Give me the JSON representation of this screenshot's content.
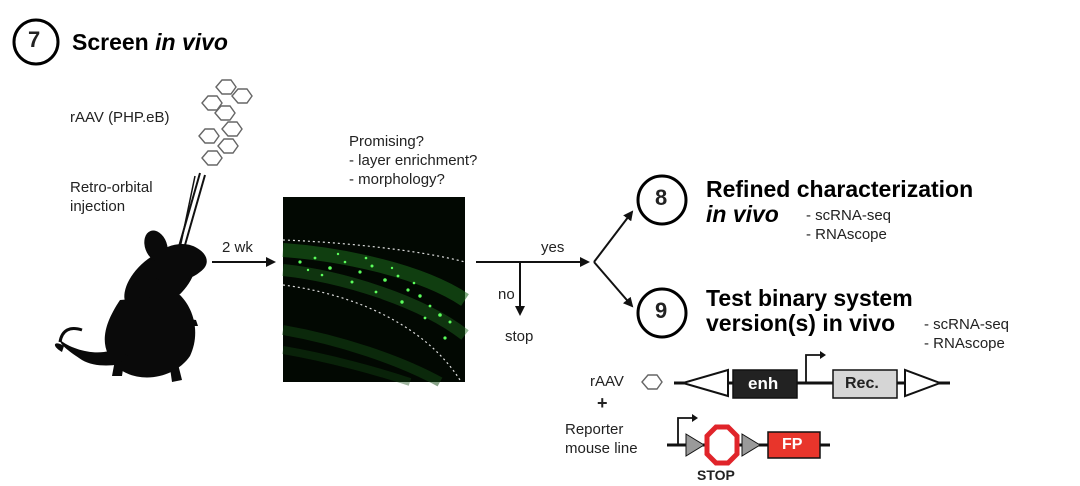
{
  "step7": {
    "number": "7",
    "title": "Screen ",
    "title_italic": "in vivo"
  },
  "left": {
    "raav_label": "rAAV (PHP.eB)",
    "injection_line1": "Retro-orbital",
    "injection_line2": "injection",
    "wait_label": "2 wk"
  },
  "screen": {
    "q1": "Promising?",
    "q2": "- layer enrichment?",
    "q3": "- morphology?"
  },
  "decision": {
    "yes": "yes",
    "no": "no",
    "stop": "stop"
  },
  "step8": {
    "number": "8",
    "title_line1": "Refined characterization",
    "title_line2": "in vivo",
    "method1": "- scRNA-seq",
    "method2": "- RNAscope"
  },
  "step9": {
    "number": "9",
    "title_line1": "Test binary system",
    "title_line2": "version(s) in vivo",
    "method1": "- scRNA-seq",
    "method2": "- RNAscope"
  },
  "construct": {
    "raav_label": "rAAV",
    "plus": "+",
    "reporter_line1": "Reporter",
    "reporter_line2": "mouse line",
    "enh": "enh",
    "rec": "Rec.",
    "fp": "FP",
    "stop": "STOP"
  },
  "colors": {
    "fp_red": "#e8352b",
    "stop_red": "#e0242a",
    "fluor_green": "#3cd23c",
    "enh_fill": "#222222",
    "rec_fill": "#d6d6d6"
  }
}
